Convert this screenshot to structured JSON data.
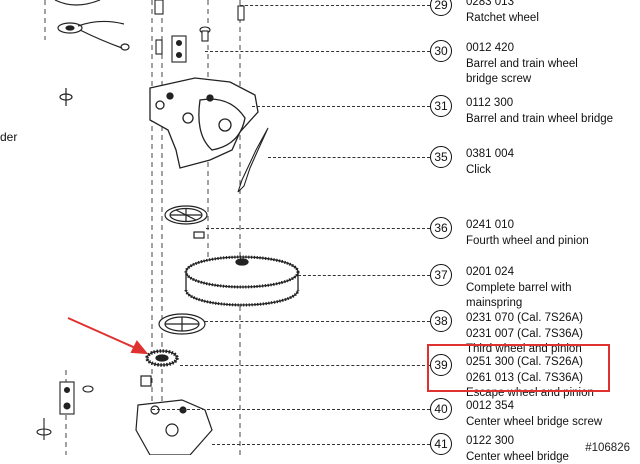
{
  "parts": [
    {
      "num": "29",
      "lines": [
        "0283 013",
        "Ratchet wheel"
      ]
    },
    {
      "num": "30",
      "lines": [
        "0012 420",
        "Barrel and train wheel",
        "bridge screw"
      ]
    },
    {
      "num": "31",
      "lines": [
        "0112 300",
        "Barrel and train wheel bridge"
      ]
    },
    {
      "num": "35",
      "lines": [
        "0381 004",
        "Click"
      ]
    },
    {
      "num": "36",
      "lines": [
        "0241 010",
        "Fourth wheel and pinion"
      ]
    },
    {
      "num": "37",
      "lines": [
        "0201 024",
        "Complete barrel with",
        "mainspring"
      ]
    },
    {
      "num": "38",
      "lines": [
        "0231 070 (Cal. 7S26A)",
        "0231 007 (Cal. 7S36A)",
        "Third wheel and pinion"
      ]
    },
    {
      "num": "39",
      "lines": [
        "0251 300 (Cal. 7S26A)",
        "0261 013 (Cal. 7S36A)",
        "Escape wheel and pinion"
      ]
    },
    {
      "num": "40",
      "lines": [
        "0012 354",
        "Center wheel bridge screw"
      ]
    },
    {
      "num": "41",
      "lines": [
        "0122 300",
        "Center wheel bridge"
      ]
    }
  ],
  "side_label": "der",
  "watermark": "#106826",
  "highlight_color": "#e03131",
  "arrow_color": "#e03131"
}
